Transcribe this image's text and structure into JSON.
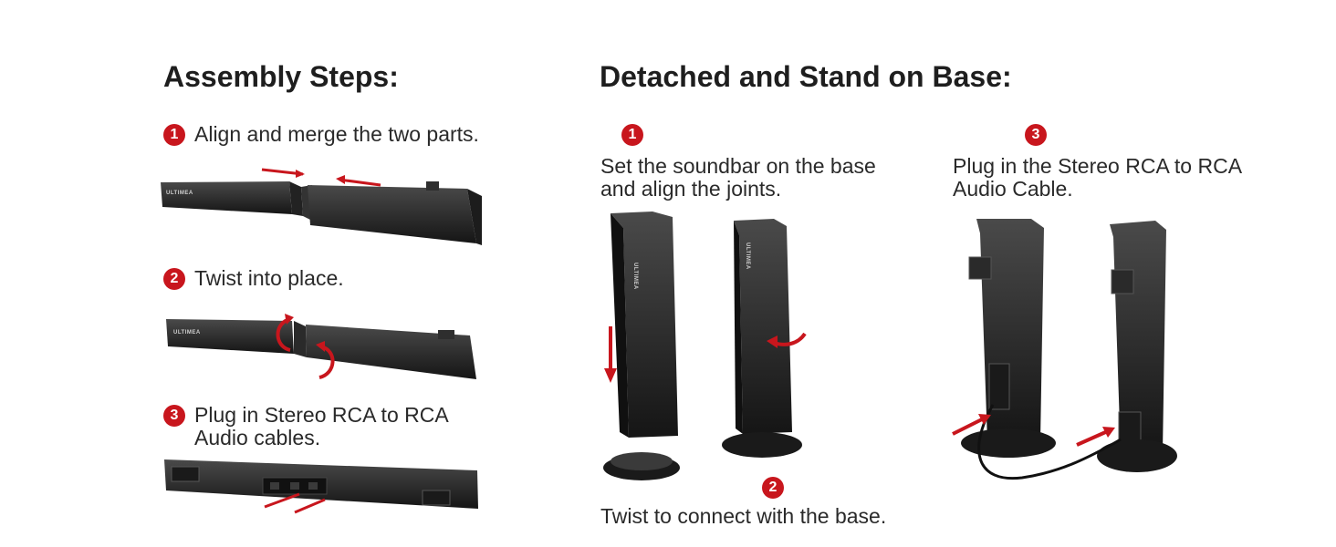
{
  "left": {
    "heading": "Assembly Steps:",
    "steps": [
      {
        "num": "1",
        "text": "Align and merge the two parts."
      },
      {
        "num": "2",
        "text": "Twist into place."
      },
      {
        "num": "3",
        "line1": "Plug in Stereo RCA to RCA",
        "line2": "Audio cables."
      }
    ]
  },
  "right": {
    "heading": "Detached and Stand on Base:",
    "step1": {
      "num": "1",
      "line1": "Set the soundbar on the base",
      "line2": "and align the joints."
    },
    "step2": {
      "num": "2",
      "text": "Twist to connect with the base."
    },
    "step3": {
      "num": "3",
      "line1": "Plug in the Stereo RCA to RCA",
      "line2": "Audio Cable."
    }
  },
  "brand_label": "ULTIMEA",
  "colors": {
    "accent": "#c8161d",
    "product": "#2b2b2b"
  }
}
